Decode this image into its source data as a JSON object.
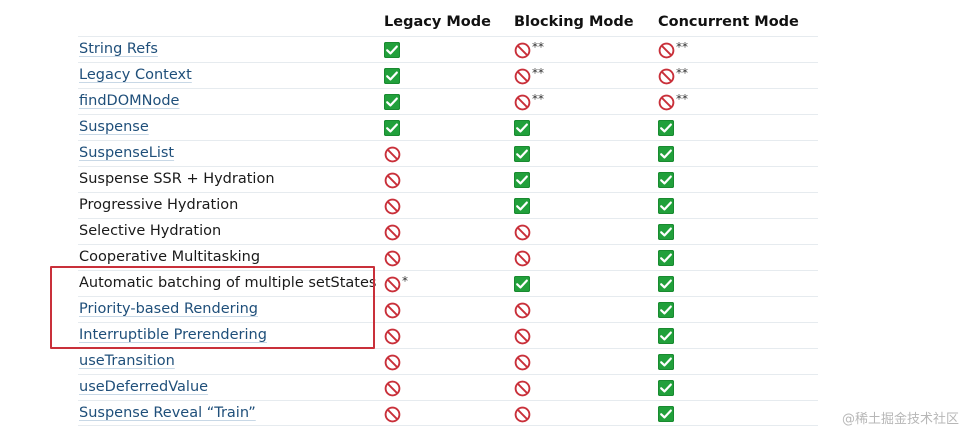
{
  "headers": {
    "legacy": "Legacy Mode",
    "blocking": "Blocking Mode",
    "concurrent": "Concurrent Mode"
  },
  "rows": [
    {
      "feature": "String Refs",
      "link": true,
      "legacy": "check",
      "blocking": "no",
      "blocking_note": "**",
      "concurrent": "no",
      "concurrent_note": "**"
    },
    {
      "feature": "Legacy Context",
      "link": true,
      "legacy": "check",
      "blocking": "no",
      "blocking_note": "**",
      "concurrent": "no",
      "concurrent_note": "**"
    },
    {
      "feature": "findDOMNode",
      "link": true,
      "legacy": "check",
      "blocking": "no",
      "blocking_note": "**",
      "concurrent": "no",
      "concurrent_note": "**"
    },
    {
      "feature": "Suspense",
      "link": true,
      "legacy": "check",
      "blocking": "check",
      "concurrent": "check"
    },
    {
      "feature": "SuspenseList",
      "link": true,
      "legacy": "no",
      "blocking": "check",
      "concurrent": "check"
    },
    {
      "feature": "Suspense SSR + Hydration",
      "link": false,
      "legacy": "no",
      "blocking": "check",
      "concurrent": "check"
    },
    {
      "feature": "Progressive Hydration",
      "link": false,
      "legacy": "no",
      "blocking": "check",
      "concurrent": "check"
    },
    {
      "feature": "Selective Hydration",
      "link": false,
      "legacy": "no",
      "blocking": "no",
      "concurrent": "check"
    },
    {
      "feature": "Cooperative Multitasking",
      "link": false,
      "legacy": "no",
      "blocking": "no",
      "concurrent": "check"
    },
    {
      "feature": "Automatic batching of multiple setStates",
      "link": false,
      "legacy": "no",
      "legacy_note": "*",
      "blocking": "check",
      "concurrent": "check"
    },
    {
      "feature": "Priority-based Rendering",
      "link": true,
      "legacy": "no",
      "blocking": "no",
      "concurrent": "check"
    },
    {
      "feature": "Interruptible Prerendering",
      "link": true,
      "legacy": "no",
      "blocking": "no",
      "concurrent": "check"
    },
    {
      "feature": "useTransition",
      "link": true,
      "legacy": "no",
      "blocking": "no",
      "concurrent": "check"
    },
    {
      "feature": "useDeferredValue",
      "link": true,
      "legacy": "no",
      "blocking": "no",
      "concurrent": "check"
    },
    {
      "feature": "Suspense Reveal “Train”",
      "link": true,
      "legacy": "no",
      "blocking": "no",
      "concurrent": "check"
    }
  ],
  "icons": {
    "check": "check-mark-icon",
    "no": "prohibited-icon"
  },
  "colors": {
    "check_bg": "#21a03b",
    "prohibited": "#c9303a",
    "highlight_border": "#c9303a",
    "link": "#1f4f7a"
  },
  "watermark": "@稀土掘金技术社区"
}
